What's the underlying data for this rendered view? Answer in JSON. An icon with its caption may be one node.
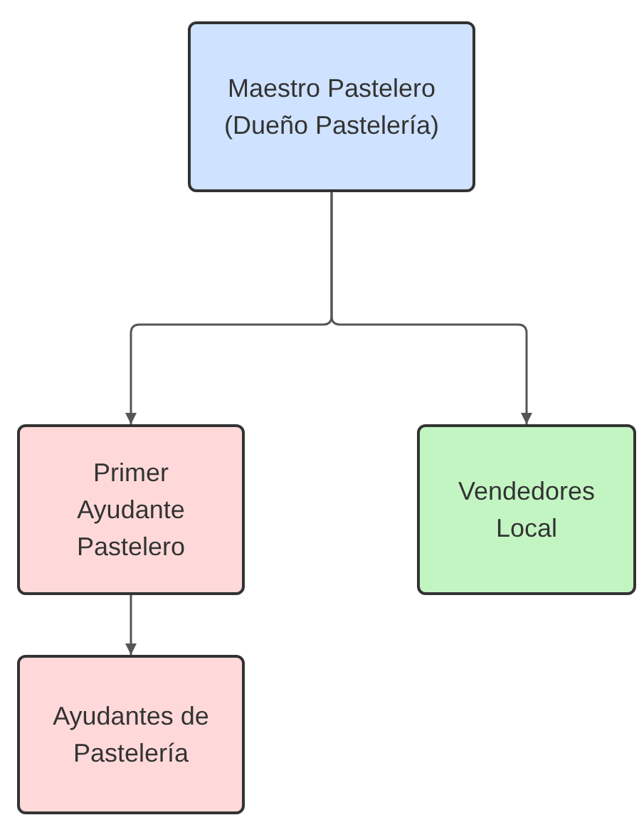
{
  "diagram": {
    "nodes": [
      {
        "text": [
          "Maestro Pastelero (Dueño Pastelería)"
        ]
      },
      {
        "text": [
          "Primer Ayudante Pastelero"
        ]
      },
      {
        "text": [
          "Vendedores Local"
        ]
      },
      {
        "text": [
          "Ayudantes de Pastelería"
        ]
      }
    ],
    "edges": [
      {
        "from": 0,
        "to": 1,
        "arrow": "to"
      },
      {
        "from": 0,
        "to": 2,
        "arrow": "to"
      },
      {
        "from": 1,
        "to": 3,
        "arrow": "to"
      }
    ]
  }
}
